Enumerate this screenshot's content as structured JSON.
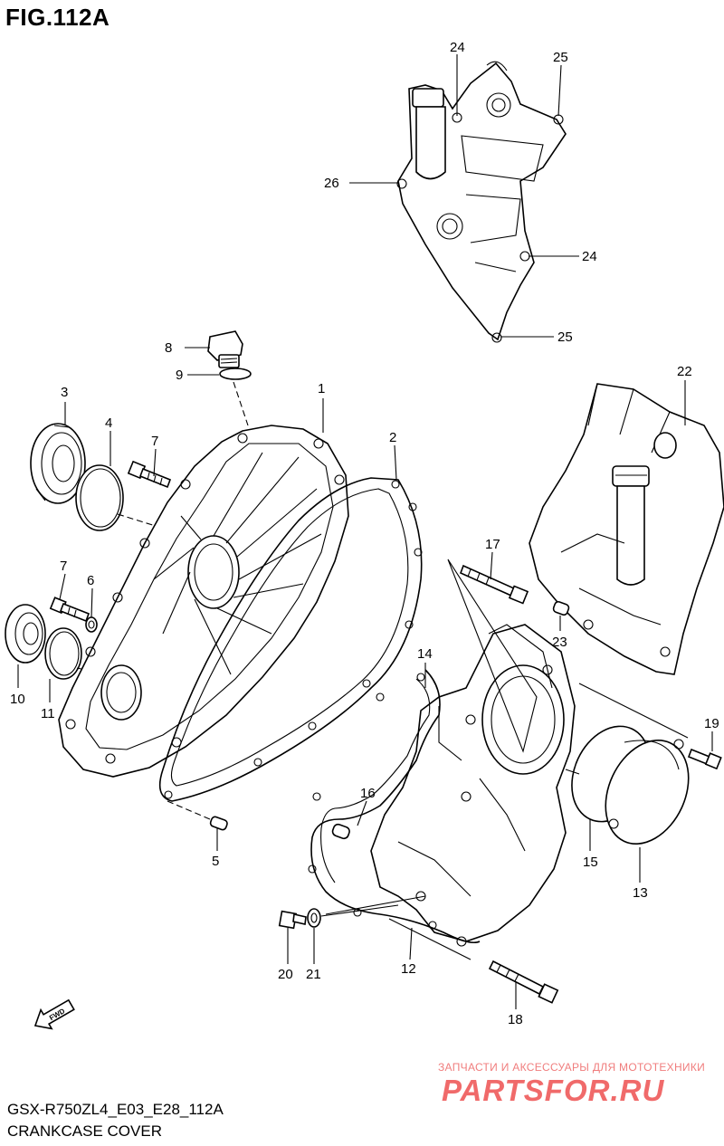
{
  "figure": {
    "title": "FIG.112A"
  },
  "footer": {
    "model_code": "GSX-R750ZL4_E03_E28_112A",
    "section_name": "CRANKCASE COVER"
  },
  "watermark": {
    "tagline": "ЗАПЧАСТИ И АКСЕССУАРЫ ДЛЯ МОТОТЕХНИКИ",
    "logo": "PARTSFOR.RU",
    "color": "#f06a6a"
  },
  "fwd_label": "FWD",
  "callouts": [
    "1",
    "2",
    "3",
    "4",
    "5",
    "6",
    "7",
    "8",
    "9",
    "10",
    "11",
    "12",
    "13",
    "14",
    "15",
    "16",
    "17",
    "18",
    "19",
    "20",
    "21",
    "22",
    "23",
    "24",
    "25",
    "26"
  ],
  "callout_refs": {
    "c1": "1",
    "c2": "2",
    "c3": "3",
    "c4": "4",
    "c5": "5",
    "c6": "6",
    "c7a": "7",
    "c7b": "7",
    "c8": "8",
    "c9": "9",
    "c10": "10",
    "c11": "11",
    "c12": "12",
    "c13": "13",
    "c14": "14",
    "c15": "15",
    "c16": "16",
    "c17": "17",
    "c18": "18",
    "c19": "19",
    "c20": "20",
    "c21": "21",
    "c22": "22",
    "c23": "23",
    "c24a": "24",
    "c24b": "24",
    "c25a": "25",
    "c25b": "25",
    "c26": "26"
  }
}
